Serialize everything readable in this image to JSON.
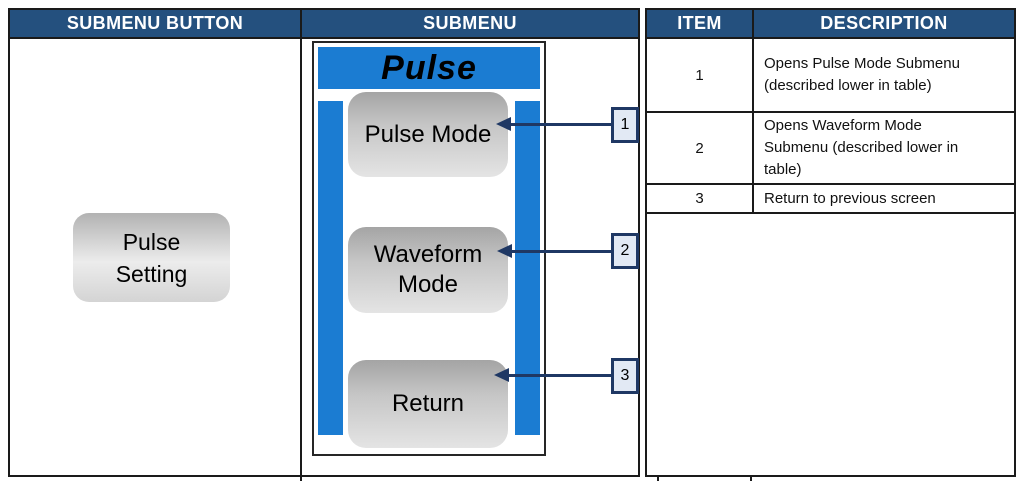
{
  "table": {
    "headers": [
      "SUBMENU BUTTON",
      "SUBMENU",
      "ITEM",
      "DESCRIPTION"
    ],
    "rows": [
      {
        "item": "1",
        "description": "Opens Pulse Mode Submenu\n(described lower in table)"
      },
      {
        "item": "2",
        "description": "Opens Waveform Mode\nSubmenu (described lower in\ntable)"
      },
      {
        "item": "3",
        "description": "Return to previous screen"
      }
    ]
  },
  "submenu_button": {
    "label": "Pulse\nSetting"
  },
  "submenu": {
    "title": "Pulse",
    "buttons": [
      {
        "label": "Pulse Mode"
      },
      {
        "label": "Waveform\nMode"
      },
      {
        "label": "Return"
      }
    ]
  },
  "callouts": [
    {
      "number": "1"
    },
    {
      "number": "2"
    },
    {
      "number": "3"
    }
  ],
  "colors": {
    "header_navy": "#24507E",
    "submenu_blue": "#1B7CD2",
    "callout_border": "#1F3864",
    "callout_fill": "#E2E9F4",
    "table_border": "#1a1a1a"
  }
}
